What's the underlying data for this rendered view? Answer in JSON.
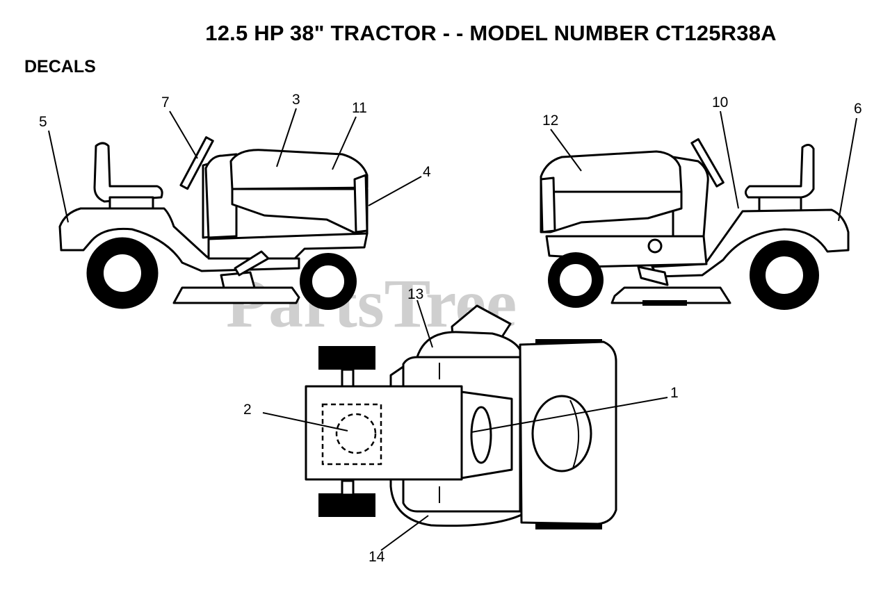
{
  "header": {
    "title": "12.5 HP 38\" TRACTOR - - MODEL NUMBER CT125R38A",
    "section": "DECALS"
  },
  "watermark": "PartsTree",
  "callouts": {
    "c1": "1",
    "c2": "2",
    "c3": "3",
    "c4": "4",
    "c5": "5",
    "c6": "6",
    "c7": "7",
    "c10": "10",
    "c11": "11",
    "c12": "12",
    "c13": "13",
    "c14": "14"
  }
}
